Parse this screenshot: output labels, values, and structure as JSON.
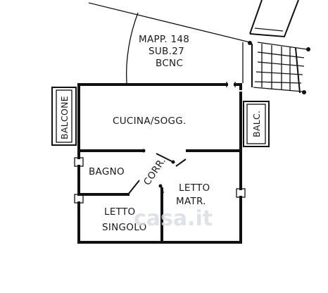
{
  "plan": {
    "outside_area": {
      "line1": "MAPP. 148",
      "line2": "SUB.27",
      "line3": "BCNC"
    },
    "rooms": {
      "kitchen": "CUCINA/SOGG.",
      "bathroom": "BAGNO",
      "corridor": "CORR.",
      "master_bedroom_line1": "LETTO",
      "master_bedroom_line2": "MATR.",
      "single_bedroom_line1": "LETTO",
      "single_bedroom_line2": "SINGOLO"
    },
    "balconies": {
      "left": "BALCONE",
      "right": "BALC."
    },
    "watermark": "casa.it"
  }
}
